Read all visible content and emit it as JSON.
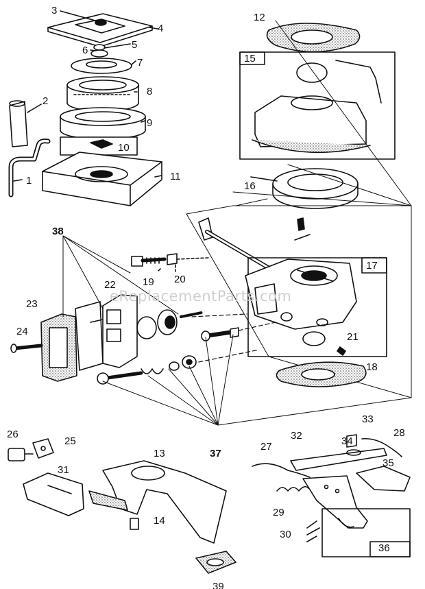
{
  "watermark": "eReplacementParts.com",
  "callouts": {
    "c1": "1",
    "c2": "2",
    "c3": "3",
    "c4": "4",
    "c5": "5",
    "c6": "6",
    "c7": "7",
    "c8": "8",
    "c9": "9",
    "c10": "10",
    "c11": "11",
    "c12": "12",
    "c13": "13",
    "c14": "14",
    "c15": "15",
    "c16": "16",
    "c17": "17",
    "c18": "18",
    "c19": "19",
    "c20": "20",
    "c21": "21",
    "c22": "22",
    "c23": "23",
    "c24": "24",
    "c25": "25",
    "c26": "26",
    "c27": "27",
    "c28": "28",
    "c29": "29",
    "c30": "30",
    "c31": "31",
    "c32": "32",
    "c33": "33",
    "c34": "34",
    "c35": "35",
    "c36": "36",
    "c37": "37",
    "c38": "38",
    "c39": "39"
  },
  "colors": {
    "ink": "#111111",
    "gasket": "#bdbdbd",
    "paper": "#ffffff"
  }
}
